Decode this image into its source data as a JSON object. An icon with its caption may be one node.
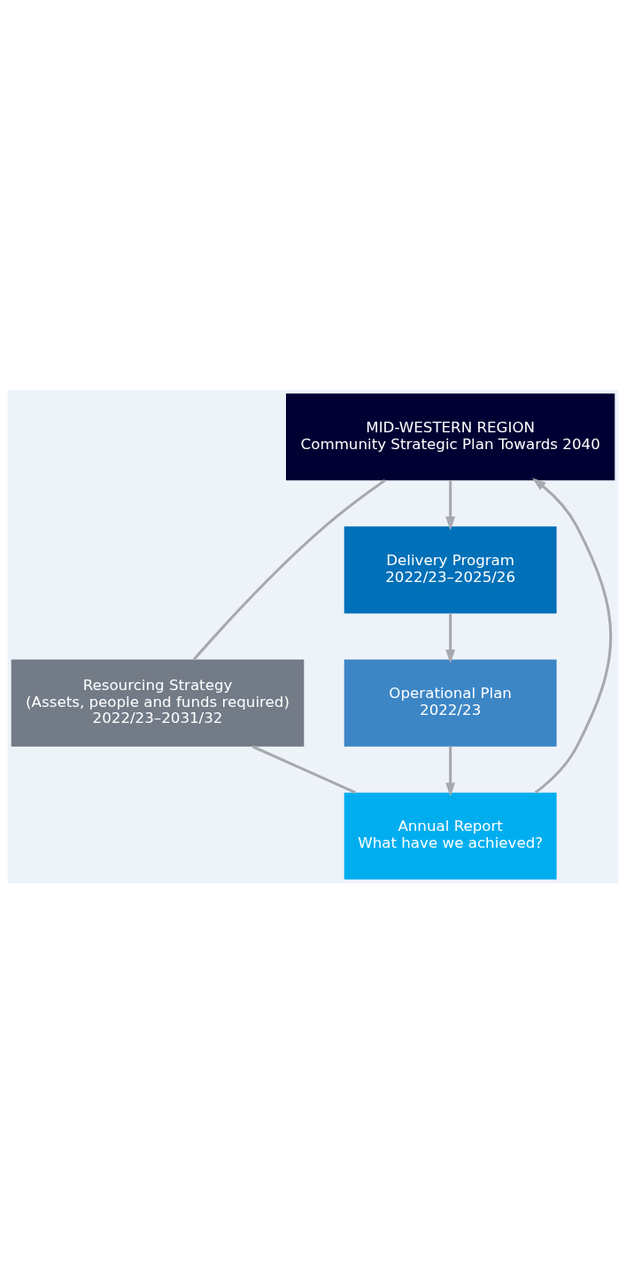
{
  "diagram": {
    "nodes": [
      {
        "text": [
          "MID-WESTERN REGION",
          "Community Strategic Plan Towards 2040"
        ]
      },
      {
        "text": [
          "Resourcing Strategy",
          "(Assets, people and funds required)",
          "2022/23–2031/32"
        ]
      },
      {
        "text": [
          "Delivery Program",
          "2022/23–2025/26"
        ]
      },
      {
        "text": [
          "Operational Plan",
          "2022/23"
        ]
      },
      {
        "text": [
          "Annual Report",
          "What have we achieved?"
        ]
      }
    ],
    "edges": [
      {
        "from": 0,
        "to": 2,
        "arrow": "to"
      },
      {
        "from": 2,
        "to": 3,
        "arrow": "to"
      },
      {
        "from": 3,
        "to": 4,
        "arrow": "to"
      },
      {
        "from": 4,
        "to": 0,
        "arrow": "to"
      },
      {
        "from": 0,
        "to": 1,
        "arrow": "none"
      },
      {
        "from": 1,
        "to": 4,
        "arrow": "none"
      }
    ]
  }
}
